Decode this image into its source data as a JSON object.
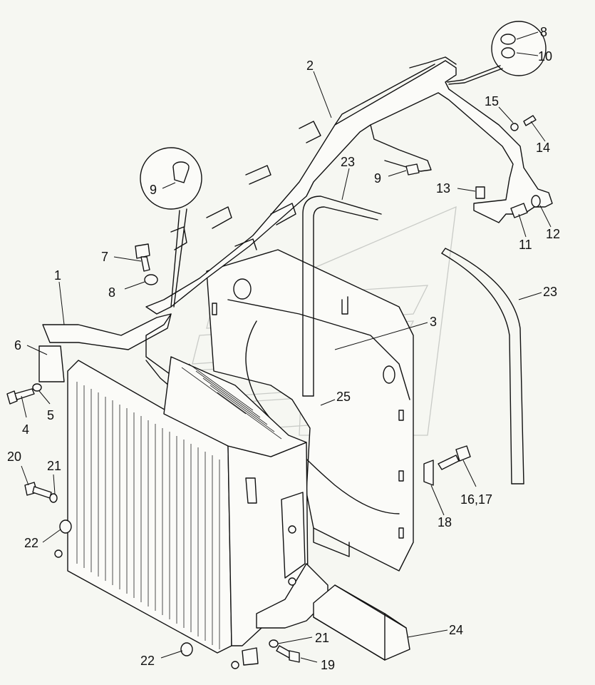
{
  "callouts": [
    "1",
    "2",
    "3",
    "4",
    "5",
    "6",
    "7",
    "8",
    "8",
    "9",
    "9",
    "10",
    "11",
    "12",
    "13",
    "14",
    "15",
    "16,17",
    "18",
    "19",
    "20",
    "21",
    "21",
    "22",
    "22",
    "23",
    "23",
    "24",
    "25"
  ],
  "parts": [
    {
      "id": "radiator",
      "label": "radiator"
    },
    {
      "id": "fan-shroud",
      "label": "fan shroud"
    },
    {
      "id": "support-frame",
      "label": "support frame"
    }
  ]
}
